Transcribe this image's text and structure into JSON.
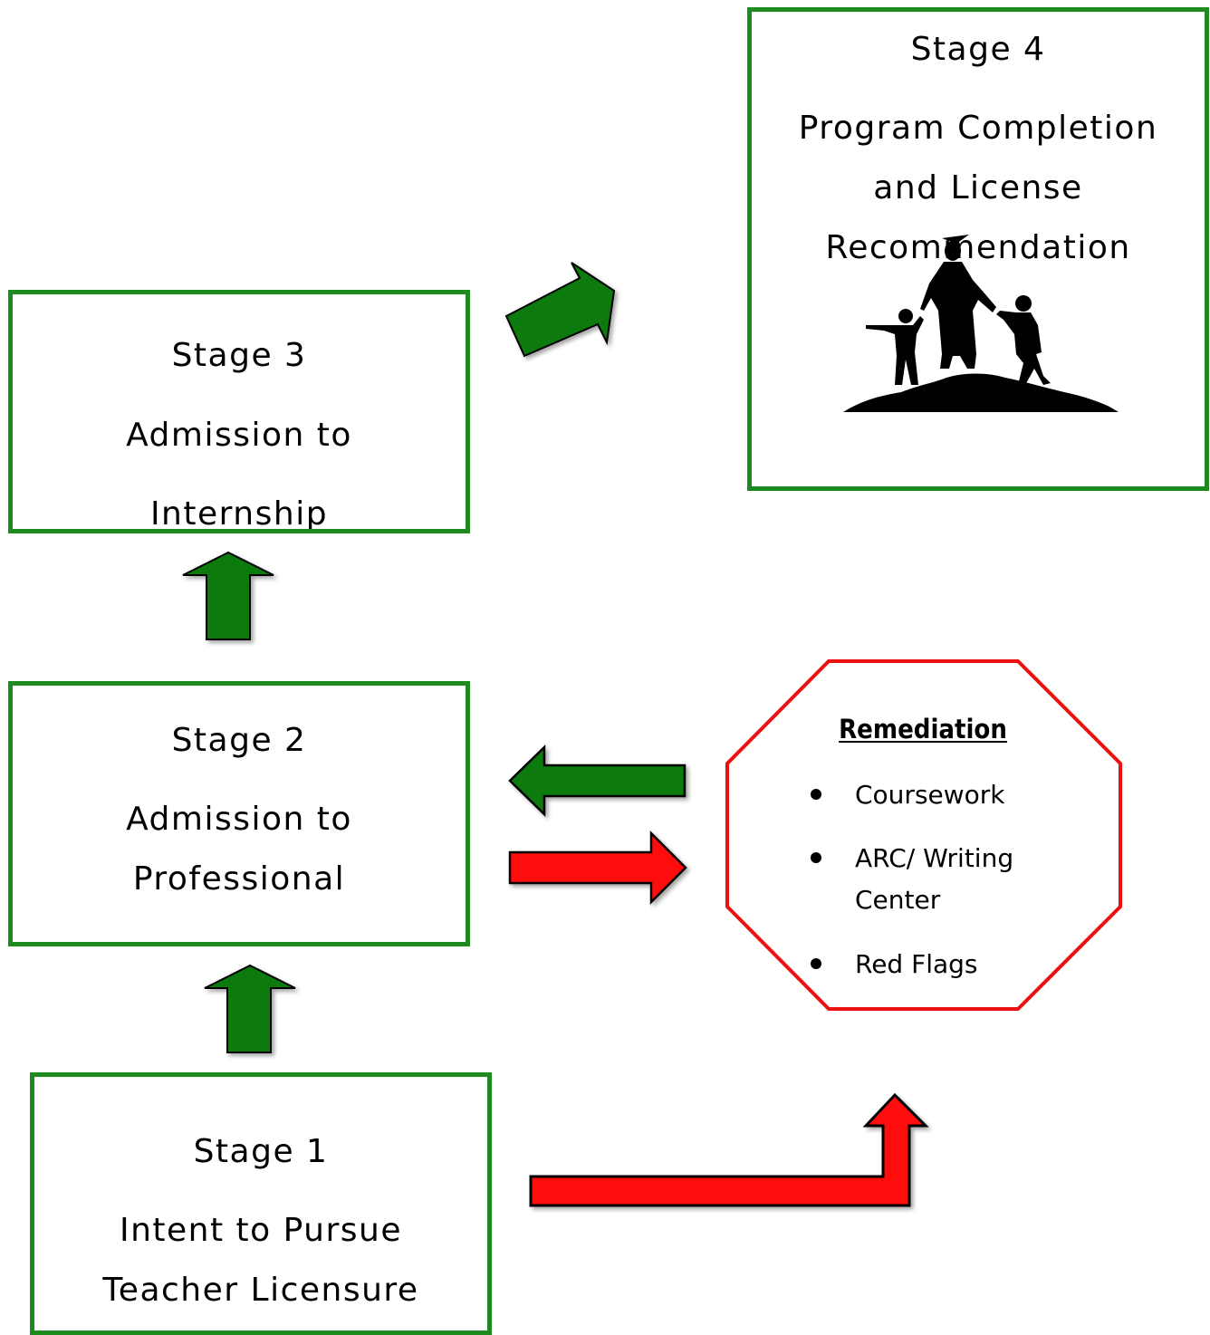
{
  "stages": {
    "stage1": {
      "title": "Stage 1",
      "line1": "Intent to Pursue",
      "line2": "Teacher Licensure"
    },
    "stage2": {
      "title": "Stage 2",
      "line1": "Admission to",
      "line2": "Professional"
    },
    "stage3": {
      "title": "Stage 3",
      "line1": "Admission to",
      "line2": "Internship"
    },
    "stage4": {
      "title": "Stage 4",
      "line1": "Program Completion",
      "line2": "and License",
      "line3": "Recommendation"
    }
  },
  "remediation": {
    "title": "Remediation",
    "items": [
      "Coursework",
      "ARC/ Writing Center",
      "Red Flags"
    ]
  },
  "colors": {
    "stage_border": "#1f8a1f",
    "forward_arrow": "#0a7a0a",
    "remediation_arrow": "#ff1010",
    "remediation_border": "#ee1111"
  },
  "icons": {
    "stage4": "graduate-with-children-silhouette-icon"
  }
}
